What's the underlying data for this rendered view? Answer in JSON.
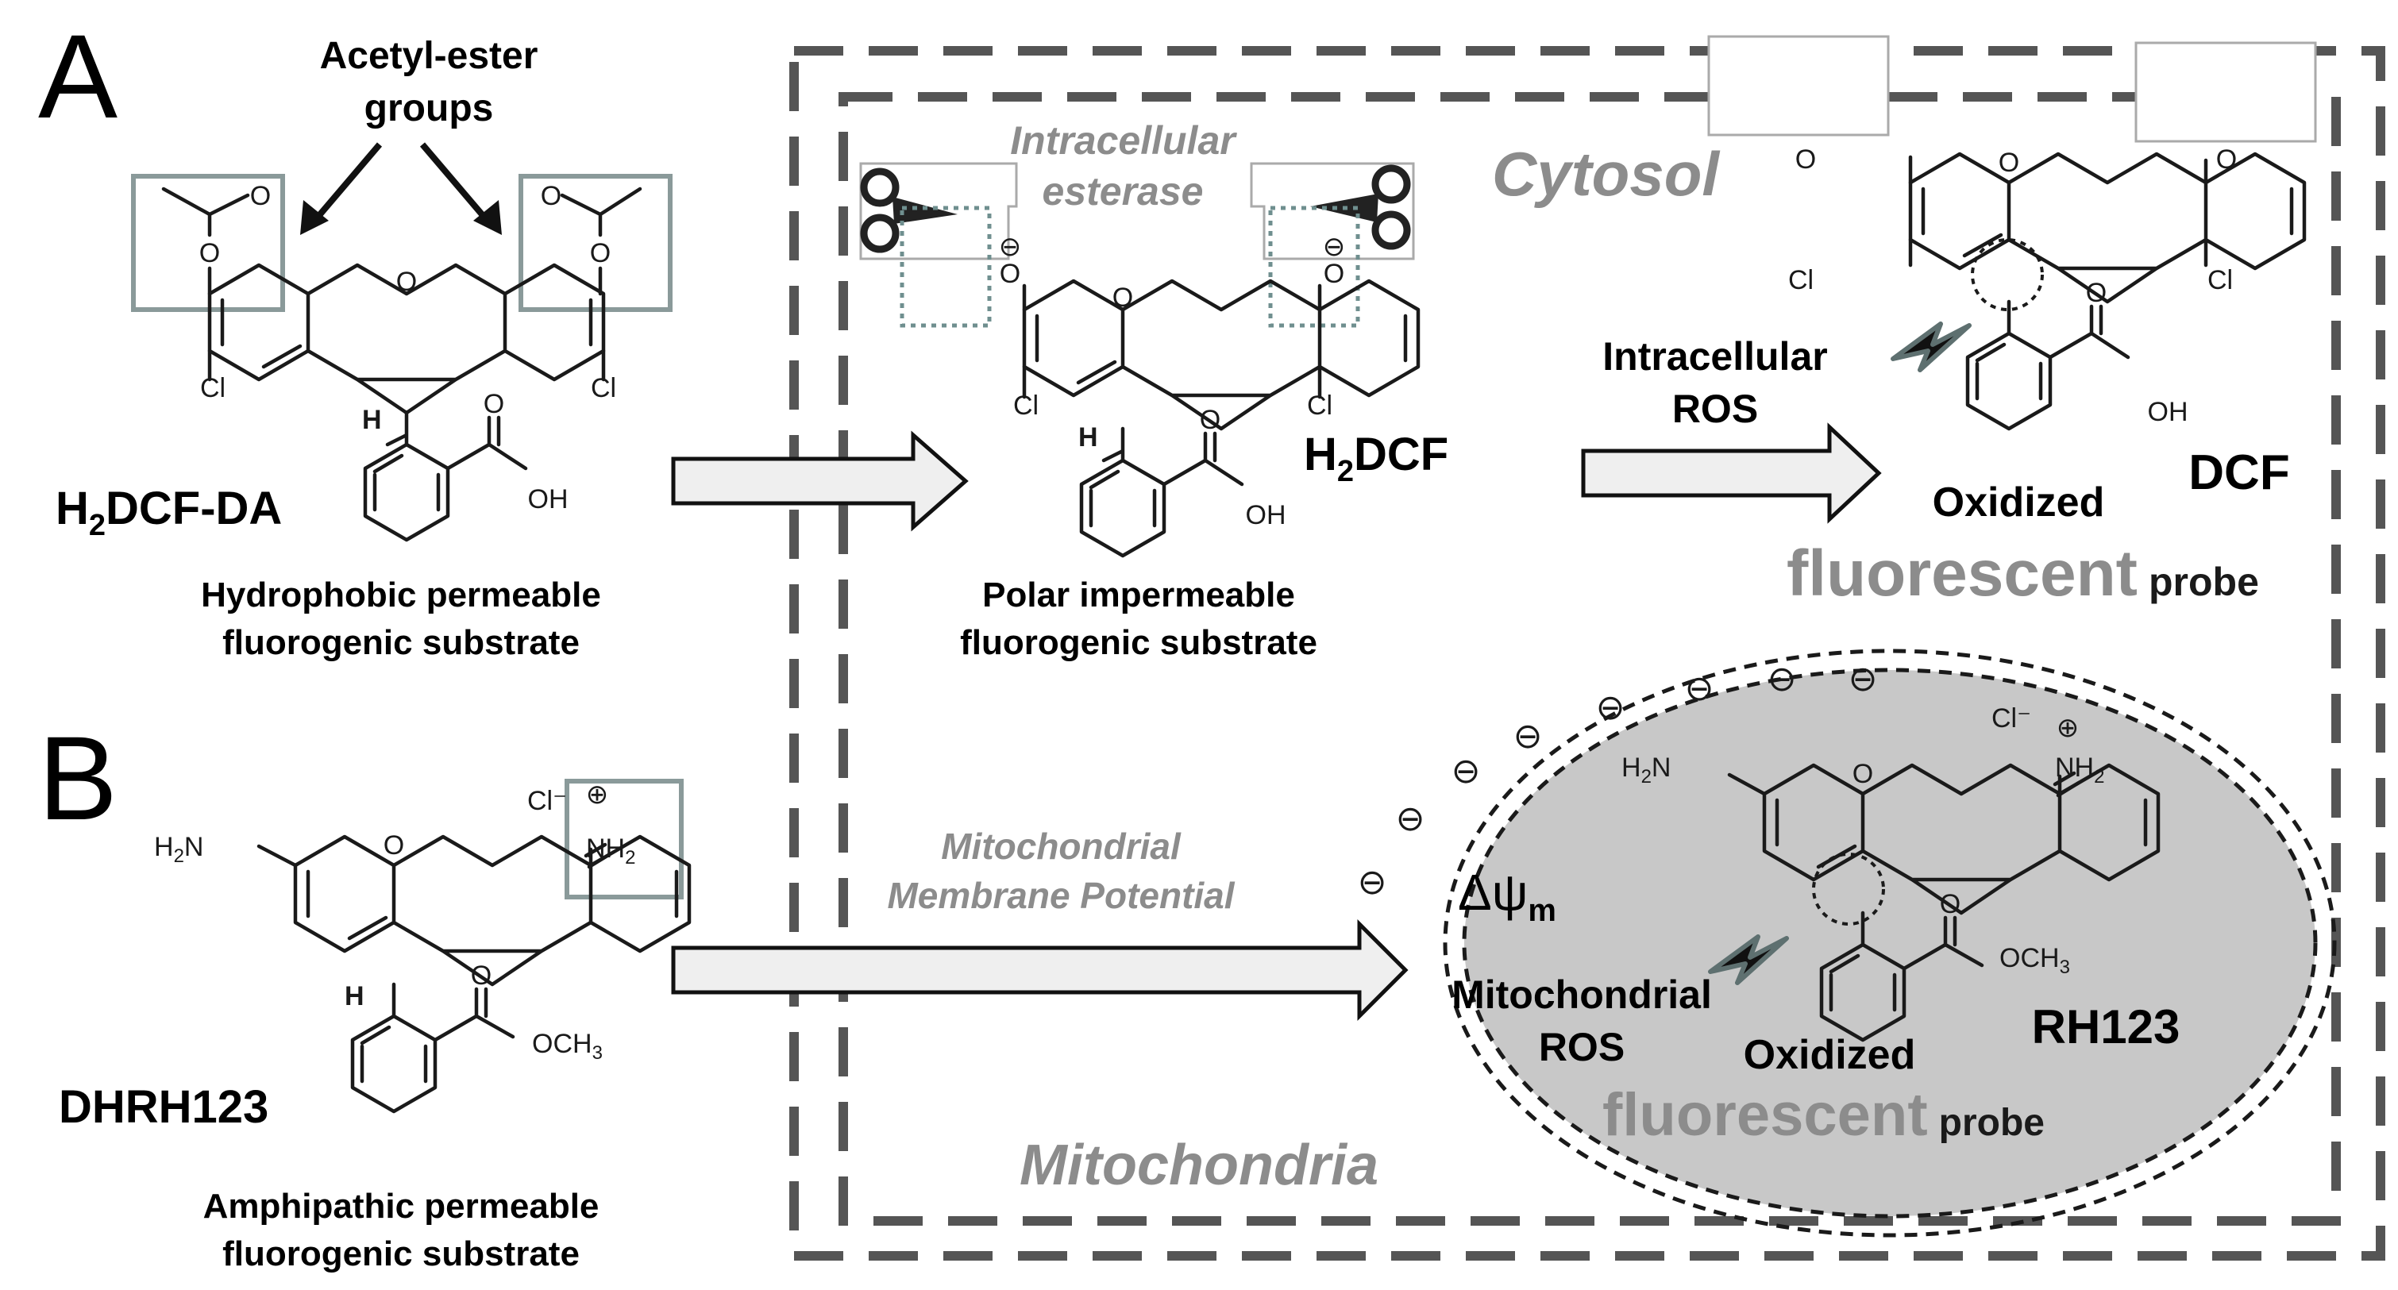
{
  "panels": {
    "a": "A",
    "b": "B"
  },
  "top_left": {
    "acetyl_line1": "Acetyl-ester",
    "acetyl_line2": "groups",
    "compound": "H",
    "compound_sub": "2",
    "compound_rest": "DCF-DA",
    "desc_line1": "Hydrophobic permeable",
    "desc_line2": "fluorogenic substrate"
  },
  "middle": {
    "esterase_line1": "Intracellular",
    "esterase_line2": "esterase",
    "compound": "H",
    "compound_sub": "2",
    "compound_rest": "DCF",
    "desc_line1": "Polar impermeable",
    "desc_line2": "fluorogenic substrate"
  },
  "cytosol": {
    "label": "Cytosol",
    "ros_line1": "Intracellular",
    "ros_line2": "ROS",
    "oxidized": "Oxidized",
    "product": "DCF",
    "fluorescent": "fluorescent",
    "probe": "probe"
  },
  "bottom_left": {
    "compound": "DHRH123",
    "desc_line1": "Amphipathic permeable",
    "desc_line2": "fluorogenic substrate"
  },
  "mito": {
    "potential_line1": "Mitochondrial",
    "potential_line2": "Membrane Potential",
    "psi": "Δψ",
    "psi_sub": "m",
    "ros_line1": "Mitochondrial",
    "ros_line2": "ROS",
    "oxidized": "Oxidized",
    "product": "RH123",
    "fluorescent": "fluorescent",
    "probe": "probe",
    "label": "Mitochondria"
  },
  "atoms": {
    "o": "O",
    "cl": "Cl",
    "h": "H",
    "oh": "OH",
    "och3": "OCH",
    "three": "3",
    "h2n": "H",
    "n": "N",
    "nh": "NH",
    "two": "2",
    "cl_minus": "Cl",
    "minus": "⁻",
    "plus": "⊕",
    "charge": "⊖"
  },
  "colors": {
    "ink": "#1a1a1a",
    "grey_label": "#8c8c8c",
    "dashed_frame": "#555555",
    "box_outline": "#8a9a9a",
    "mito_fill": "#c8c8c8",
    "arrow_fill": "#efefef"
  }
}
